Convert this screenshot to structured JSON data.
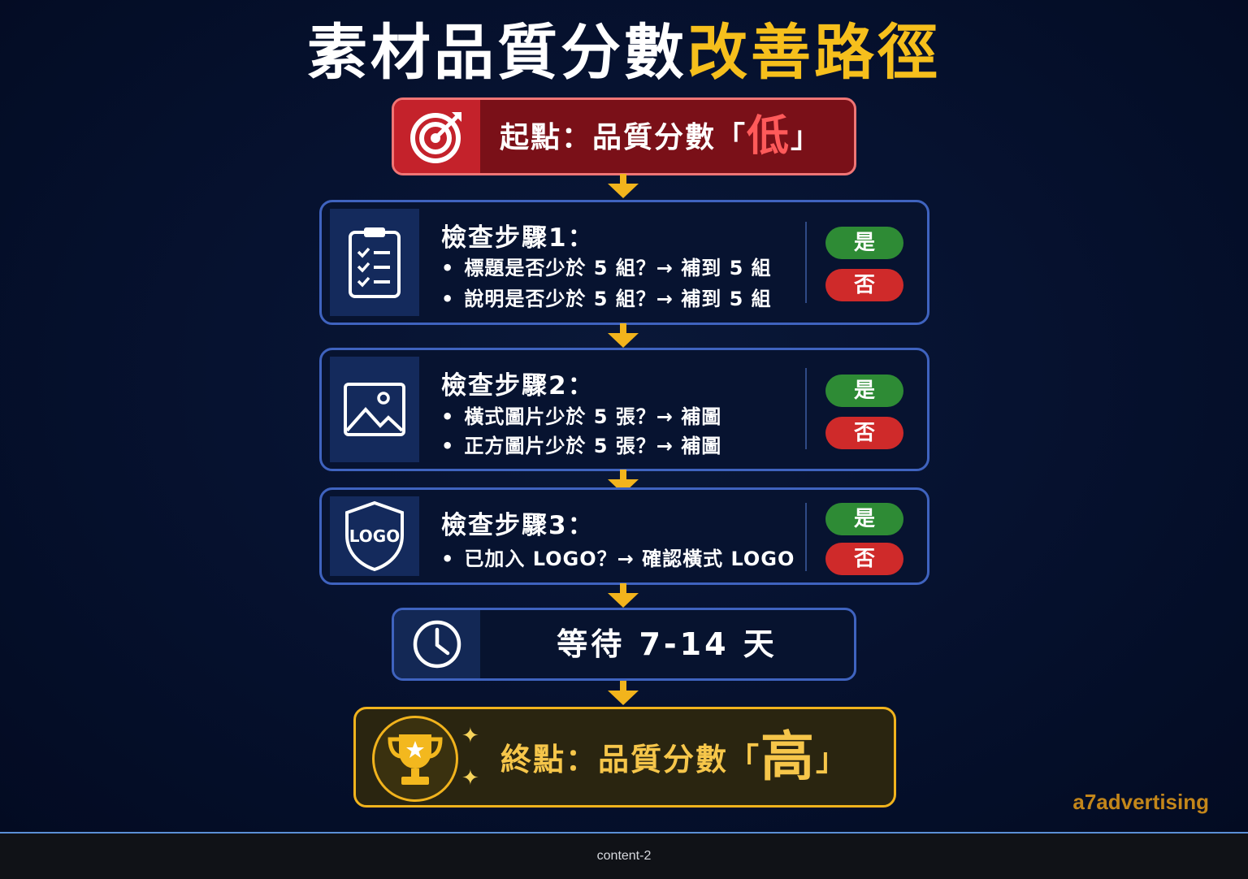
{
  "title": {
    "part_white": "素材品質分數",
    "part_yellow": "改善路徑"
  },
  "start": {
    "label": "起點：品質分數「",
    "emph": "低",
    "close": "」",
    "icon": "target-icon"
  },
  "steps": [
    {
      "heading": "檢查步驟1：",
      "icon": "clipboard-checklist-icon",
      "lines": [
        "標題是否少於 5 組？→ 補到 5 組",
        "說明是否少於 5 組？→ 補到 5 組"
      ],
      "yes": "是",
      "no": "否"
    },
    {
      "heading": "檢查步驟2：",
      "icon": "image-icon",
      "lines": [
        "橫式圖片少於 5 張？→ 補圖",
        "正方圖片少於 5 張？→ 補圖"
      ],
      "yes": "是",
      "no": "否"
    },
    {
      "heading": "檢查步驟3：",
      "icon": "logo-shield-icon",
      "icon_text": "LOGO",
      "lines": [
        "已加入 LOGO？→ 確認橫式 LOGO"
      ],
      "yes": "是",
      "no": "否"
    }
  ],
  "wait": {
    "label": "等待 7-14 天",
    "icon": "clock-icon"
  },
  "end": {
    "label": "終點：品質分數「",
    "emph": "高",
    "close": "」",
    "icon": "trophy-icon"
  },
  "brand": "a7advertising",
  "footer": {
    "caption": "content-2"
  },
  "colors": {
    "background": "#040d26",
    "accent_yellow": "#f6bf1c",
    "start_red": "#7a1018",
    "step_border": "#3f63bf",
    "yes_green": "#2e8b35",
    "no_red": "#cf2a2a",
    "end_gold": "#f1b31d"
  }
}
